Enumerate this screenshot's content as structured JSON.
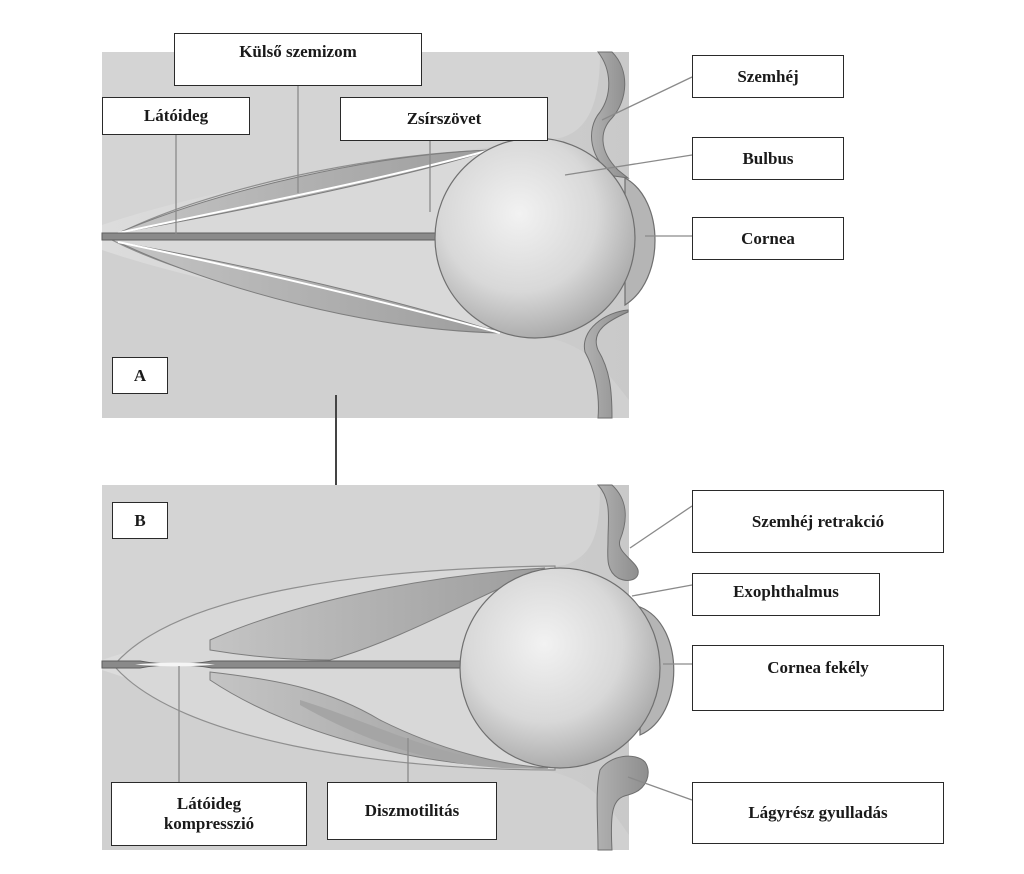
{
  "panel_a": {
    "tag": "A",
    "labels": {
      "kulso_szemizom": "Külső szemizom",
      "latoideg": "Látóideg",
      "zsirszovet": "Zsírszövet",
      "szemhej": "Szemhéj",
      "bulbus": "Bulbus",
      "cornea": "Cornea"
    }
  },
  "panel_b": {
    "tag": "B",
    "labels": {
      "szemhej_retrakcio": "Szemhéj retrakció",
      "exophthalmus": "Exophthalmus",
      "cornea_fekely": "Cornea fekély",
      "latoideg_kompresszio_line1": "Látóideg",
      "latoideg_kompresszio_line2": "kompresszió",
      "diszmotilitas": "Diszmotilitás",
      "lagyresz_gyulladas": "Lágyrész gyulladás"
    }
  }
}
